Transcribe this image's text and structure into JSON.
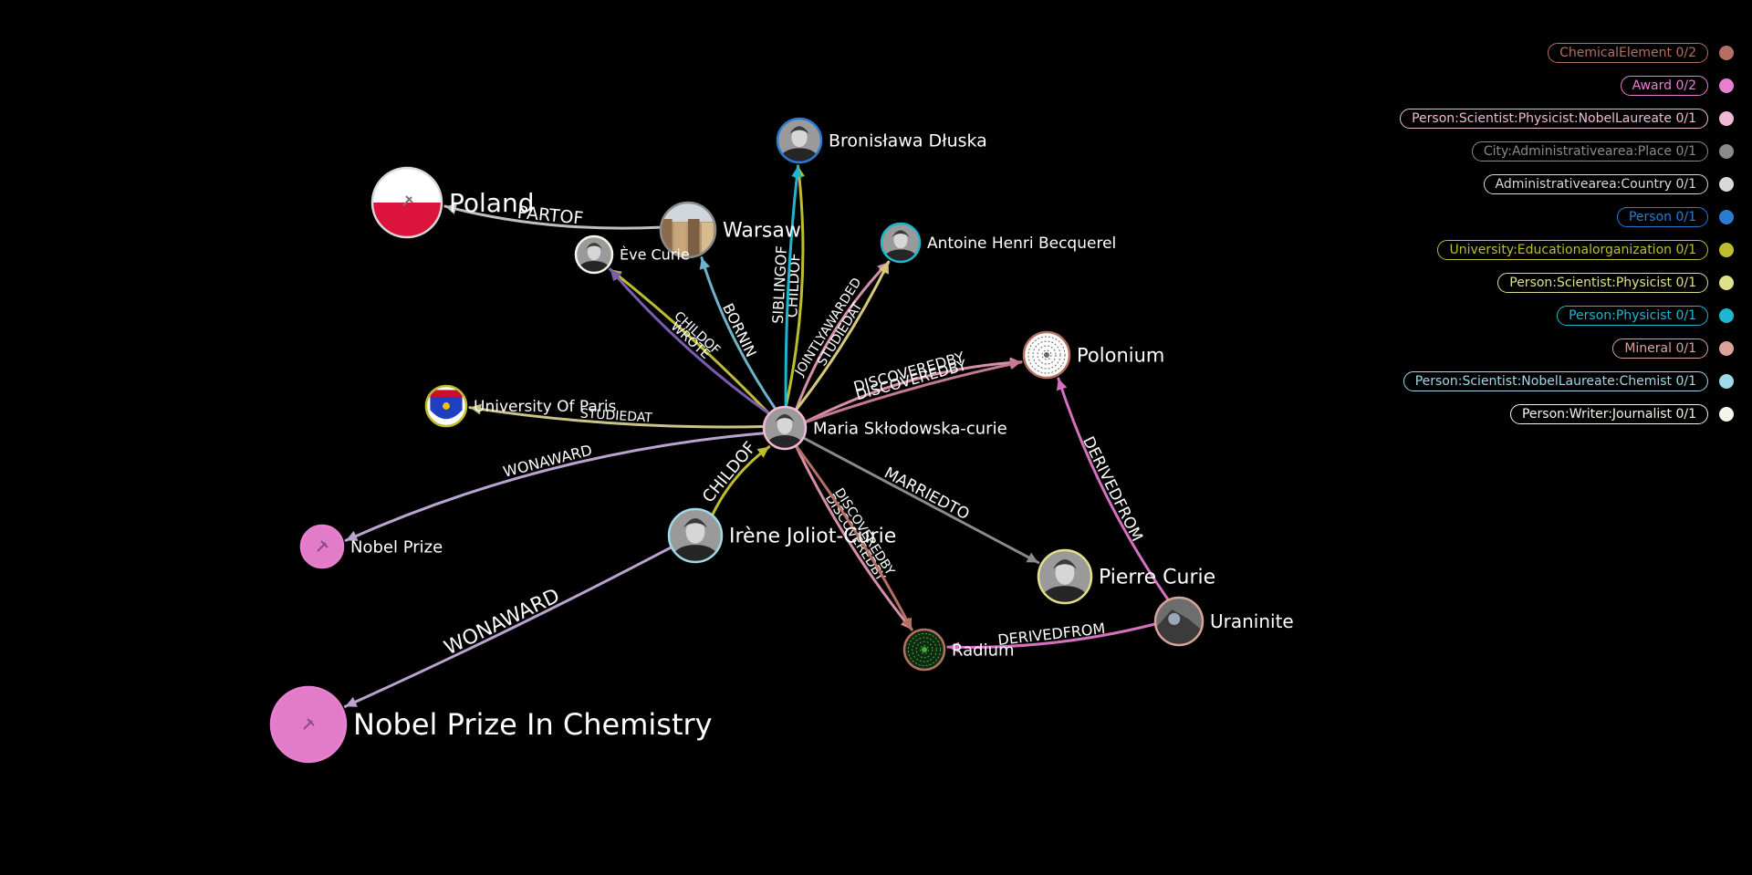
{
  "legend": [
    {
      "label": "ChemicalElement 0/2",
      "color": "#b56f62"
    },
    {
      "label": "Award 0/2",
      "color": "#e97fd0"
    },
    {
      "label": "Person:Scientist:Physicist:NobelLaureate 0/1",
      "color": "#f2b8d8"
    },
    {
      "label": "City:Administrativearea:Place 0/1",
      "color": "#8a8a8a"
    },
    {
      "label": "Administrativearea:Country 0/1",
      "color": "#d9d9d9"
    },
    {
      "label": "Person 0/1",
      "color": "#2a7bd0"
    },
    {
      "label": "University:Educationalorganization 0/1",
      "color": "#bdbd2e"
    },
    {
      "label": "Person:Scientist:Physicist 0/1",
      "color": "#e0e08a"
    },
    {
      "label": "Person:Physicist 0/1",
      "color": "#1fb7d0"
    },
    {
      "label": "Mineral 0/1",
      "color": "#d9a39a"
    },
    {
      "label": "Person:Scientist:NobelLaureate:Chemist 0/1",
      "color": "#9fd8e6"
    },
    {
      "label": "Person:Writer:Journalist 0/1",
      "color": "#f5f5ea"
    }
  ],
  "nodes": [
    {
      "id": "poland",
      "label": "Poland",
      "icon": "flag-icon",
      "color": "#d9d9d9"
    },
    {
      "id": "warsaw",
      "label": "Warsaw",
      "icon": "city-photo-icon",
      "color": "#8a8a8a"
    },
    {
      "id": "bronislawa",
      "label": "Bronisława Dłuska",
      "icon": "portrait-icon",
      "color": "#2a7bd0"
    },
    {
      "id": "eve",
      "label": "Ève Curie",
      "icon": "portrait-icon",
      "color": "#f5f5ea"
    },
    {
      "id": "becquerel",
      "label": "Antoine Henri Becquerel",
      "icon": "portrait-icon",
      "color": "#1fb7d0"
    },
    {
      "id": "polonium",
      "label": "Polonium",
      "icon": "element-icon",
      "color": "#b56f62"
    },
    {
      "id": "paris",
      "label": "University Of Paris",
      "icon": "coat-of-arms-icon",
      "color": "#bdbd2e"
    },
    {
      "id": "maria",
      "label": "Maria Skłodowska-curie",
      "icon": "portrait-icon",
      "color": "#f2b8d8"
    },
    {
      "id": "nobel",
      "label": "Nobel Prize",
      "icon": "pin-icon",
      "color": "#e97fd0"
    },
    {
      "id": "irene",
      "label": "Irène Joliot-Curie",
      "icon": "portrait-icon",
      "color": "#9fd8e6"
    },
    {
      "id": "pierre",
      "label": "Pierre Curie",
      "icon": "portrait-icon",
      "color": "#e0e08a"
    },
    {
      "id": "uraninite",
      "label": "Uraninite",
      "icon": "mineral-photo-icon",
      "color": "#d9a39a"
    },
    {
      "id": "radium",
      "label": "Radium",
      "icon": "element-icon",
      "color": "#b56f62"
    },
    {
      "id": "chemistry",
      "label": "Nobel Prize In Chemistry",
      "icon": "pin-icon",
      "color": "#e97fd0"
    }
  ],
  "edges": [
    {
      "label": "PARTOF",
      "from": "warsaw",
      "to": "poland",
      "color": "#bfbfbf"
    },
    {
      "label": "BORNIN",
      "from": "maria",
      "to": "warsaw",
      "color": "#6fb3c9"
    },
    {
      "label": "CHILDOF",
      "from": "maria",
      "to": "bronislawa",
      "color": "#bdbd2e"
    },
    {
      "label": "SIBLINGOF",
      "from": "maria",
      "to": "bronislawa",
      "color": "#1fb7d0"
    },
    {
      "label": "CHILDOF",
      "from": "maria",
      "to": "eve",
      "color": "#bdbd2e"
    },
    {
      "label": "WROTE",
      "from": "maria",
      "to": "eve",
      "color": "#7c5cb0"
    },
    {
      "label": "JOINTLYAWARDED",
      "from": "maria",
      "to": "becquerel",
      "color": "#d68fa8"
    },
    {
      "label": "STUDIEDAT",
      "from": "maria",
      "to": "becquerel",
      "color": "#d6c97a"
    },
    {
      "label": "STUDIEDAT",
      "from": "maria",
      "to": "paris",
      "color": "#c9c48a"
    },
    {
      "label": "DISCOVEREDBY",
      "from": "maria",
      "to": "polonium",
      "color": "#d68fa8"
    },
    {
      "label": "DISCOVEREDBY",
      "from": "maria",
      "to": "polonium",
      "color": "#c47a94"
    },
    {
      "label": "WONAWARD",
      "from": "maria",
      "to": "nobel",
      "color": "#b9a3cf"
    },
    {
      "label": "CHILDOF",
      "from": "irene",
      "to": "maria",
      "color": "#bdbd2e"
    },
    {
      "label": "WONAWARD",
      "from": "irene",
      "to": "chemistry",
      "color": "#b9a3cf"
    },
    {
      "label": "MARRIEDTO",
      "from": "maria",
      "to": "pierre",
      "color": "#8a8a8a"
    },
    {
      "label": "DISCOVEREDBY",
      "from": "maria",
      "to": "radium",
      "color": "#d68fa8"
    },
    {
      "label": "DISCOVEREDBY",
      "from": "maria",
      "to": "radium",
      "color": "#b56f62"
    },
    {
      "label": "DERIVEDFROM",
      "from": "uraninite",
      "to": "polonium",
      "color": "#d670c0"
    },
    {
      "label": "DERIVEDFROM",
      "from": "uraninite",
      "to": "radium",
      "color": "#d670c0"
    }
  ]
}
